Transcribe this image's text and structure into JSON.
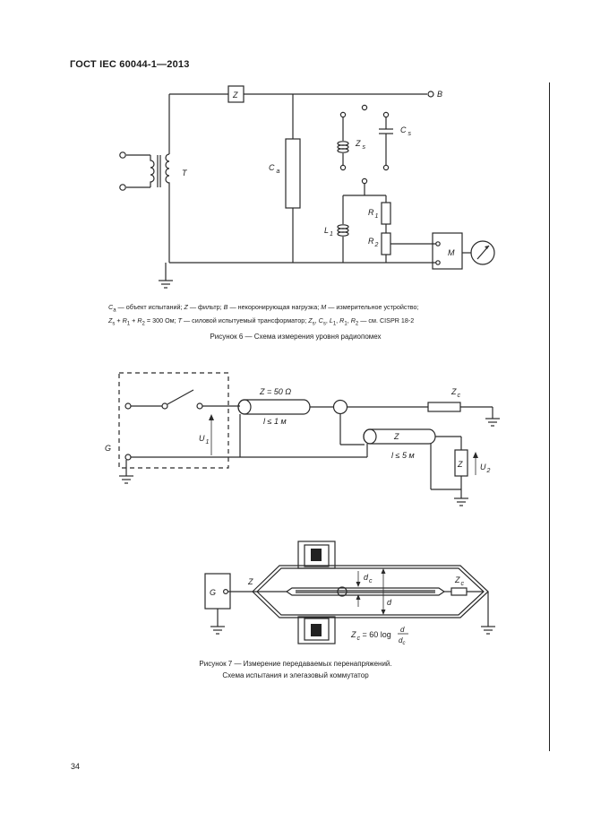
{
  "header": "ГОСТ IEC 60044-1—2013",
  "page_number": "34",
  "fig6": {
    "labels": {
      "Z": "Z",
      "B": "B",
      "T": "T",
      "Ca": "C",
      "Ca_sub": "a",
      "Zs": "Z",
      "Zs_sub": "s",
      "Cs": "C",
      "Cs_sub": "s",
      "R1": "R",
      "R1_sub": "1",
      "R2": "R",
      "R2_sub": "2",
      "L1": "L",
      "L1_sub": "1",
      "M": "M"
    },
    "legend_line1": "C a — объект испытаний; Z — фильтр; B — некоронирующая нагрузка; M — измерительное устройство;",
    "legend_line2": "Z s + R 1 + R 2 = 300 Ом; T — силовой испытуемый трансформатор; Z s, C s, L 1, R 1, R 2 — см. CISPR 18-2",
    "caption": "Рисунок 6 — Схема измерения уровня радиопомех"
  },
  "fig7a": {
    "labels": {
      "z50": "Z = 50 Ω",
      "l1": "l ≤ 1 м",
      "Zc": "Z",
      "Zc_sub": "c",
      "Z": "Z",
      "l5": "l ≤ 5 м",
      "G": "G",
      "U1": "U",
      "U1_sub": "1",
      "Zbox": "Z",
      "U2": "U",
      "U2_sub": "2"
    }
  },
  "fig7b": {
    "labels": {
      "G": "G",
      "Z": "Z",
      "dc": "d",
      "dc_sub": "c",
      "d": "d",
      "Zc": "Z",
      "Zc_sub": "c",
      "formula_lhs": "Z",
      "formula_sub": "c",
      "formula_mid": " = 60 log",
      "frac_num": "d",
      "frac_den": "d",
      "frac_den_sub": "c"
    },
    "caption_line1": "Рисунок 7 — Измерение передаваемых перенапряжений.",
    "caption_line2": "Схема испытания и элегазовый коммутатор"
  }
}
